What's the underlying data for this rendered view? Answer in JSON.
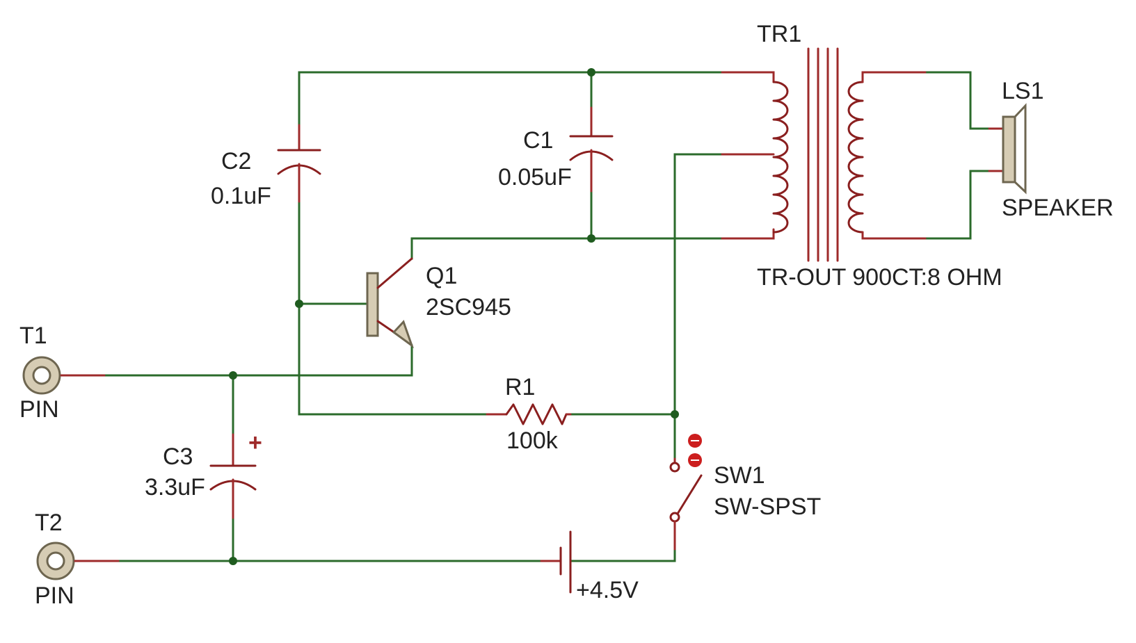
{
  "colors": {
    "wire": "#2b6b2b",
    "lead": "#9e2a2a",
    "body_fill": "#d6ccb4",
    "body_stroke": "#6e6650",
    "junction": "#1f5c1f",
    "text": "#222222"
  },
  "components": {
    "tr1": {
      "ref": "TR1",
      "value": "TR-OUT 900CT:8 OHM"
    },
    "ls1": {
      "ref": "LS1",
      "value": "SPEAKER"
    },
    "c1": {
      "ref": "C1",
      "value": "0.05uF"
    },
    "c2": {
      "ref": "C2",
      "value": "0.1uF"
    },
    "c3": {
      "ref": "C3",
      "value": "3.3uF",
      "polarity_mark": "+"
    },
    "q1": {
      "ref": "Q1",
      "value": "2SC945"
    },
    "r1": {
      "ref": "R1",
      "value": "100k"
    },
    "sw1": {
      "ref": "SW1",
      "value": "SW-SPST"
    },
    "bat": {
      "value": "+4.5V"
    },
    "t1": {
      "ref": "T1",
      "value": "PIN"
    },
    "t2": {
      "ref": "T2",
      "value": "PIN"
    }
  }
}
